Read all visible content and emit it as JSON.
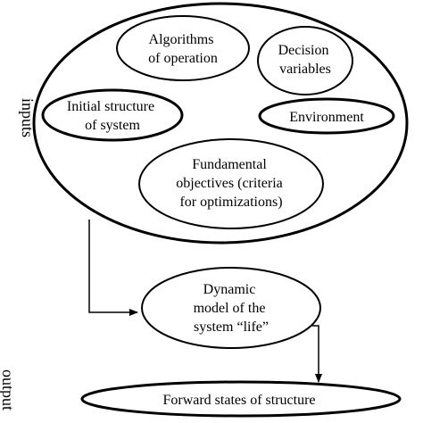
{
  "diagram": {
    "side_labels": {
      "inputs": "inputs",
      "output": "output"
    },
    "nodes": {
      "algorithms": [
        "Algorithms",
        "of operation"
      ],
      "decision": [
        "Decision",
        "variables"
      ],
      "initial": [
        "Initial structure",
        "of system"
      ],
      "environment": [
        "Environment"
      ],
      "fundamental": [
        "Fundamental",
        "objectives (criteria",
        "for optimizations)"
      ],
      "dynamic": [
        "Dynamic",
        "model of the",
        "system “life”"
      ],
      "forward": [
        "Forward states of structure"
      ]
    }
  }
}
